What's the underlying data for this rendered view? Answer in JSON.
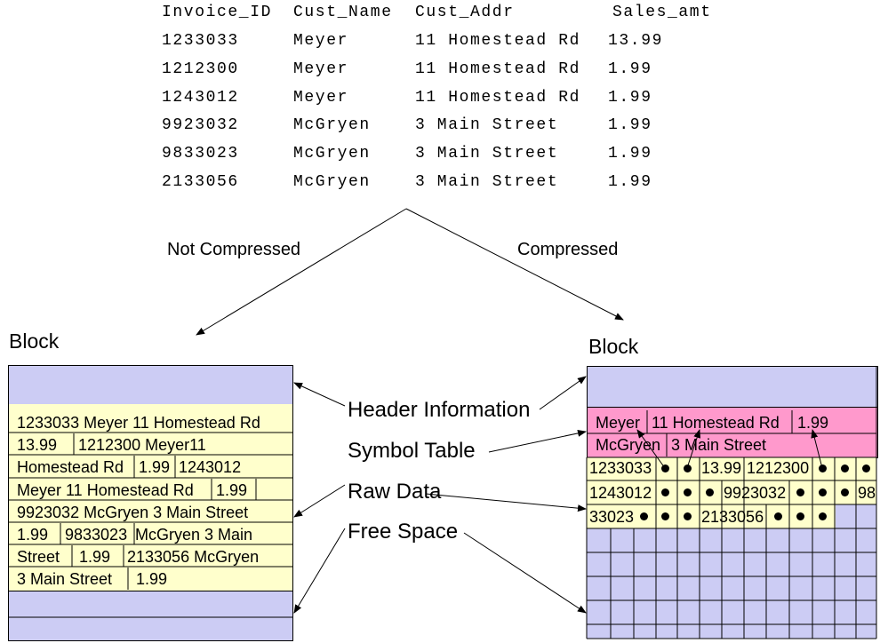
{
  "table": {
    "headers": [
      "Invoice_ID",
      "Cust_Name",
      "Cust_Addr",
      "Sales_amt"
    ],
    "rows": [
      [
        "1233033",
        "Meyer",
        "11 Homestead Rd",
        "13.99"
      ],
      [
        "1212300",
        "Meyer",
        "11 Homestead Rd",
        "1.99"
      ],
      [
        "1243012",
        "Meyer",
        "11 Homestead Rd",
        "1.99"
      ],
      [
        "9923032",
        "McGryen",
        "3 Main Street",
        "1.99"
      ],
      [
        "9833023",
        "McGryen",
        "3 Main Street",
        "1.99"
      ],
      [
        "2133056",
        "McGryen",
        "3 Main Street",
        "1.99"
      ]
    ]
  },
  "labels": {
    "not_compressed": "Not Compressed",
    "compressed": "Compressed",
    "block_left": "Block",
    "block_right": "Block",
    "header_information": "Header Information",
    "symbol_table": "Symbol Table",
    "raw_data": "Raw Data",
    "free_space": "Free Space"
  },
  "left_block": {
    "lines": [
      [
        "1233033 Meyer 11 Homestead Rd"
      ],
      [
        "13.99",
        "1212300 Meyer11"
      ],
      [
        "Homestead Rd",
        "1.99",
        "1243012"
      ],
      [
        "Meyer 11 Homestead Rd",
        "1.99"
      ],
      [
        "9923032 McGryen 3 Main Street"
      ],
      [
        "1.99",
        "9833023",
        "McGryen 3 Main"
      ],
      [
        "Street",
        "1.99",
        "2133056 McGryen"
      ],
      [
        "3 Main Street",
        "1.99"
      ]
    ]
  },
  "right_block": {
    "symbol_row1": [
      "Meyer",
      "11 Homestead Rd",
      "1.99"
    ],
    "symbol_row2": [
      "McGryen",
      "3 Main Street"
    ],
    "data_row1": [
      "1233033",
      "13.99",
      "1212300"
    ],
    "data_row2": [
      "1243012",
      "9923032",
      "98"
    ],
    "data_row3": [
      "33023",
      "2133056"
    ]
  },
  "colors": {
    "header_fill": "#ccccf4",
    "row_fill": "#ffffcc",
    "symbol_fill": "#ff99cc",
    "grid_line": "#000000"
  }
}
